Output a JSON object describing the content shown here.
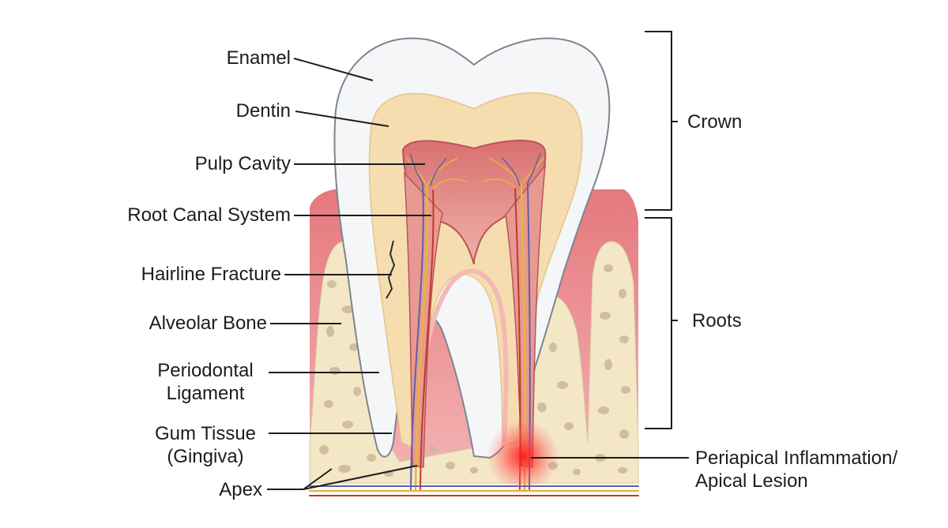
{
  "labels": {
    "enamel": "Enamel",
    "dentin": "Dentin",
    "pulp_cavity": "Pulp Cavity",
    "root_canal_system": "Root Canal System",
    "hairline_fracture": "Hairline Fracture",
    "alveolar_bone": "Alveolar Bone",
    "periodontal_ligament_line1": "Periodontal",
    "periodontal_ligament_line2": "Ligament",
    "gum_tissue_line1": "Gum Tissue",
    "gum_tissue_line2": "(Gingiva)",
    "apex": "Apex",
    "crown": "Crown",
    "roots": "Roots",
    "periapical_line1": "Periapical Inflammation/",
    "periapical_line2": "Apical Lesion"
  },
  "colors": {
    "enamel": "#f4f6f8",
    "dentin": "#f6ddb0",
    "pulp": "#e08a88",
    "gum": "#ef9a9c",
    "bone": "#f3e7c6",
    "bone_pores": "#c9b79a",
    "nerve": "#e8b63a",
    "vessel_red": "#c0392b",
    "vessel_blue": "#5f5fa8",
    "inflammation": "#ff2a2a",
    "leader": "#1d1d1d"
  }
}
